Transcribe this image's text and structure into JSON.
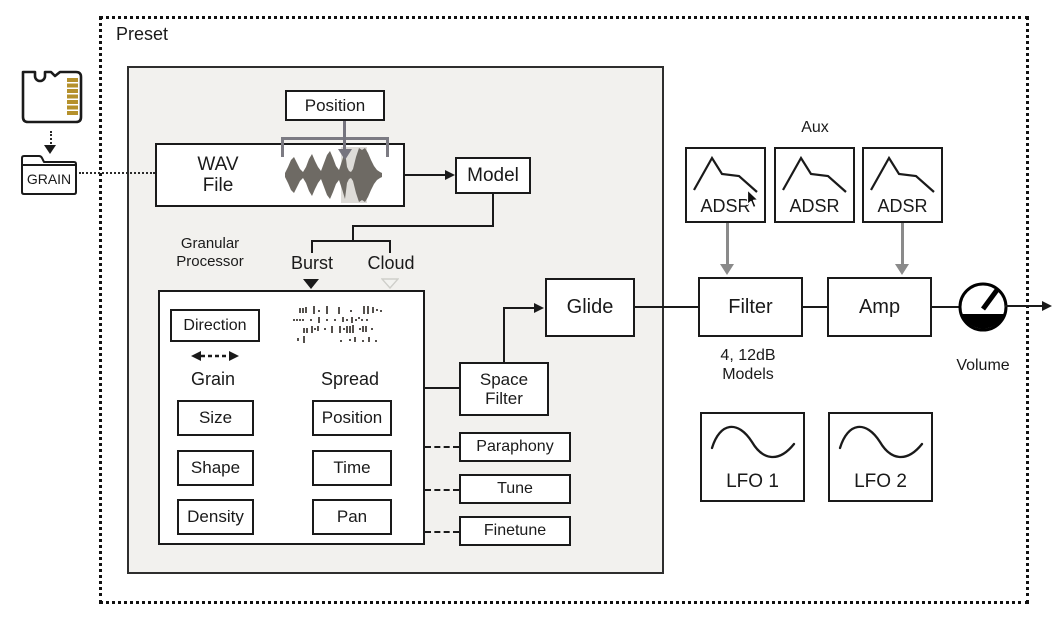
{
  "diagram": {
    "preset_label": "Preset",
    "storage": {
      "folder_label": "GRAIN"
    },
    "sample": {
      "wav_line1": "WAV",
      "wav_line2": "File",
      "position_label": "Position",
      "model_label": "Model"
    },
    "granular": {
      "heading_line1": "Granular",
      "heading_line2": "Processor",
      "burst_label": "Burst",
      "cloud_label": "Cloud",
      "direction_label": "Direction",
      "grain_heading": "Grain",
      "spread_heading": "Spread",
      "grain_params": [
        "Size",
        "Shape",
        "Density"
      ],
      "spread_params": [
        "Position",
        "Time",
        "Pan"
      ]
    },
    "voice": {
      "space_filter_line1": "Space",
      "space_filter_line2": "Filter",
      "paraphony_label": "Paraphony",
      "tune_label": "Tune",
      "finetune_label": "Finetune",
      "glide_label": "Glide"
    },
    "modulation": {
      "aux_label": "Aux",
      "adsr_labels": [
        "ADSR",
        "ADSR",
        "ADSR"
      ],
      "lfo_labels": [
        "LFO 1",
        "LFO 2"
      ]
    },
    "output": {
      "filter_label": "Filter",
      "filter_note_line1": "4, 12dB",
      "filter_note_line2": "Models",
      "amp_label": "Amp",
      "volume_label": "Volume"
    }
  },
  "colors": {
    "line": "#1a1a1a",
    "panel_fill": "#f2f1ee",
    "gray_arrow": "#8a8a8a",
    "waveform": "#6e6a64",
    "waveform_highlight": "#dedcd8",
    "sd_contacts_gold": "#b5912c"
  }
}
